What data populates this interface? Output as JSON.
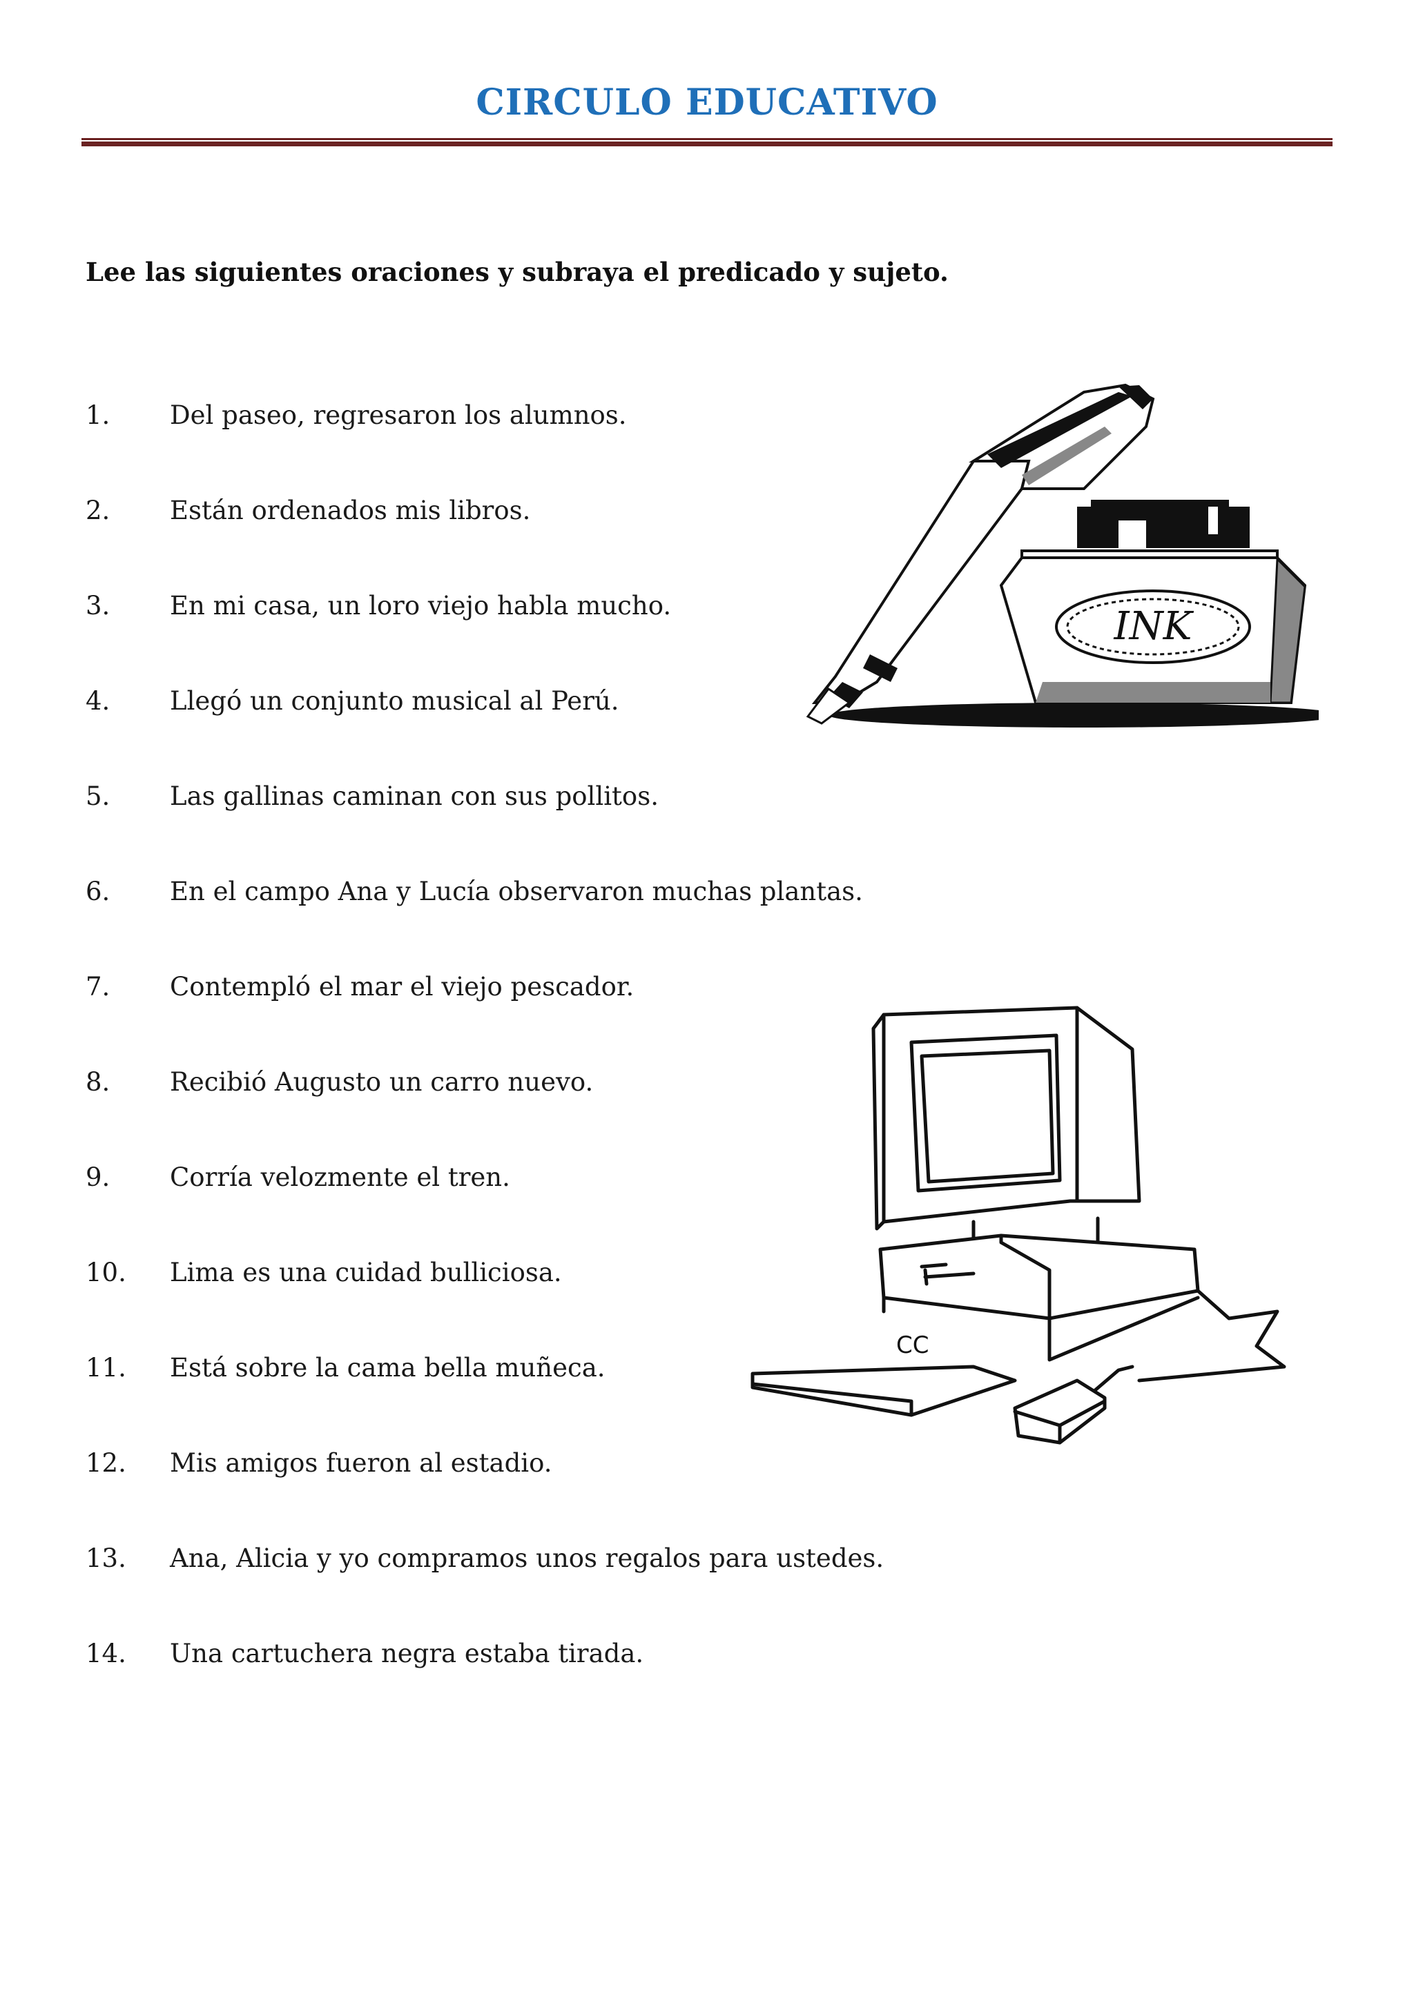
{
  "header": {
    "title": "CIRCULO EDUCATIVO"
  },
  "instruction": "Lee las siguientes oraciones y subraya el predicado y sujeto.",
  "sentences": [
    {
      "num": "1.",
      "text": "Del paseo, regresaron los alumnos."
    },
    {
      "num": "2.",
      "text": "Están ordenados mis libros."
    },
    {
      "num": "3.",
      "text": "En mi casa, un loro viejo habla mucho."
    },
    {
      "num": "4.",
      "text": "Llegó un conjunto musical al Perú."
    },
    {
      "num": "5.",
      "text": "Las gallinas caminan con sus pollitos."
    },
    {
      "num": "6.",
      "text": "En el campo Ana y Lucía observaron muchas plantas."
    },
    {
      "num": "7.",
      "text": "Contempló el mar el viejo pescador."
    },
    {
      "num": "8.",
      "text": "Recibió Augusto un carro nuevo."
    },
    {
      "num": "9.",
      "text": "Corría velozmente el tren."
    },
    {
      "num": "10.",
      "text": "Lima es una cuidad bulliciosa."
    },
    {
      "num": "11.",
      "text": "Está sobre la cama bella muñeca."
    },
    {
      "num": "12.",
      "text": "Mis amigos fueron al estadio."
    },
    {
      "num": "13.",
      "text": "Ana, Alicia y yo compramos unos regalos para ustedes."
    },
    {
      "num": "14.",
      "text": "Una cartuchera negra estaba tirada."
    }
  ],
  "illustrations": {
    "ink_label": "INK",
    "pc_label": "CC"
  },
  "colors": {
    "title": "#1f6fb8",
    "rule": "#6b2222"
  }
}
